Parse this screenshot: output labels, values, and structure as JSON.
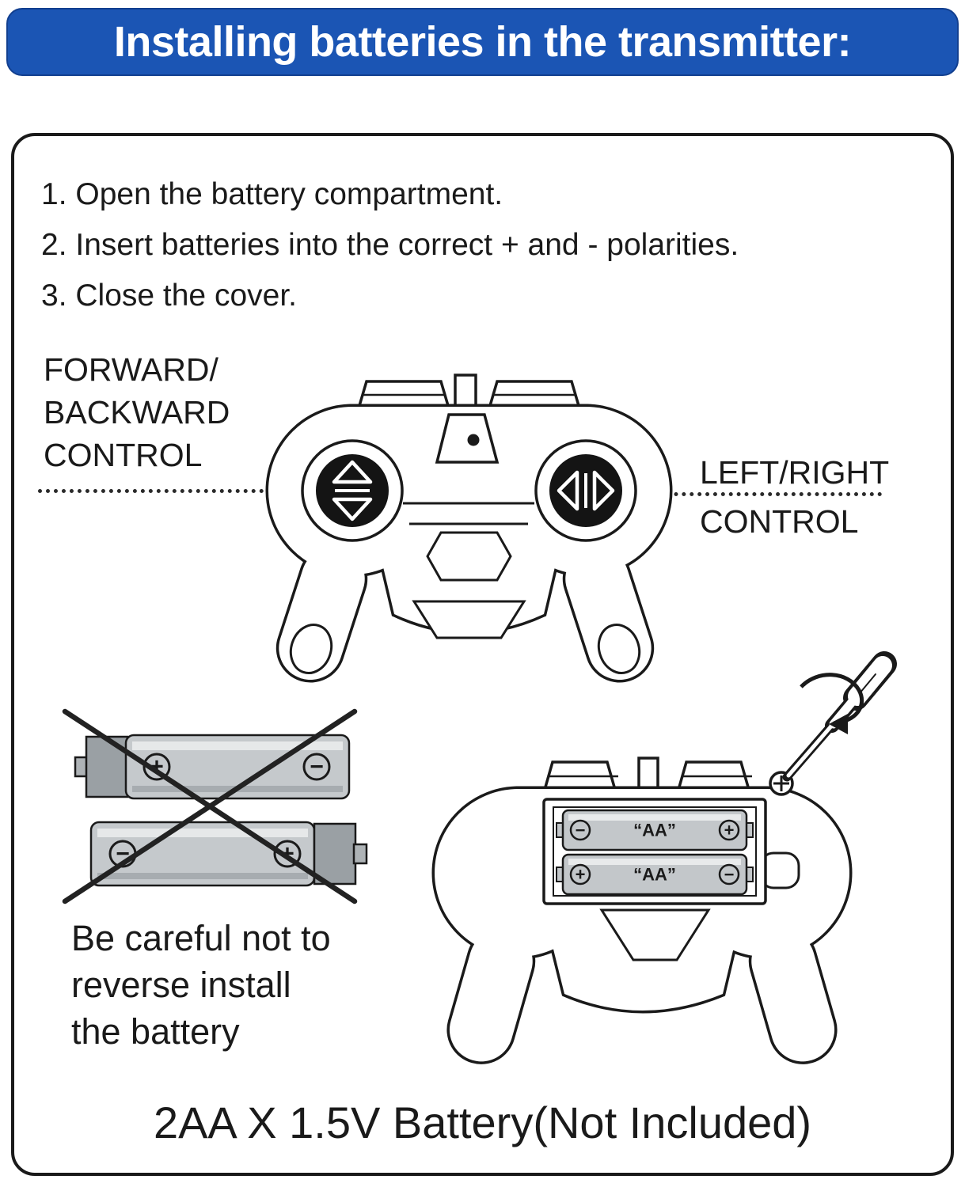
{
  "banner": {
    "title": "Installing batteries in the transmitter:"
  },
  "colors": {
    "banner_bg": "#1b55b4",
    "banner_text": "#ffffff",
    "outline": "#1a1a1a",
    "battery_body": "#c5c9cc",
    "battery_cap": "#9aa0a4"
  },
  "steps": [
    "1. Open the battery compartment.",
    "2. Insert batteries into the correct + and - polarities.",
    "3. Close the cover."
  ],
  "front_view": {
    "forward_backward_label": "FORWARD/\nBACKWARD\nCONTROL",
    "left_right_label": "LEFT/RIGHT\nCONTROL"
  },
  "reverse_warning": "Be careful not to\nreverse install\nthe battery",
  "back_view": {
    "battery_label": "“AA”"
  },
  "symbols": {
    "plus": "+",
    "minus": "−"
  },
  "footer": "2AA X 1.5V Battery(Not Included)"
}
